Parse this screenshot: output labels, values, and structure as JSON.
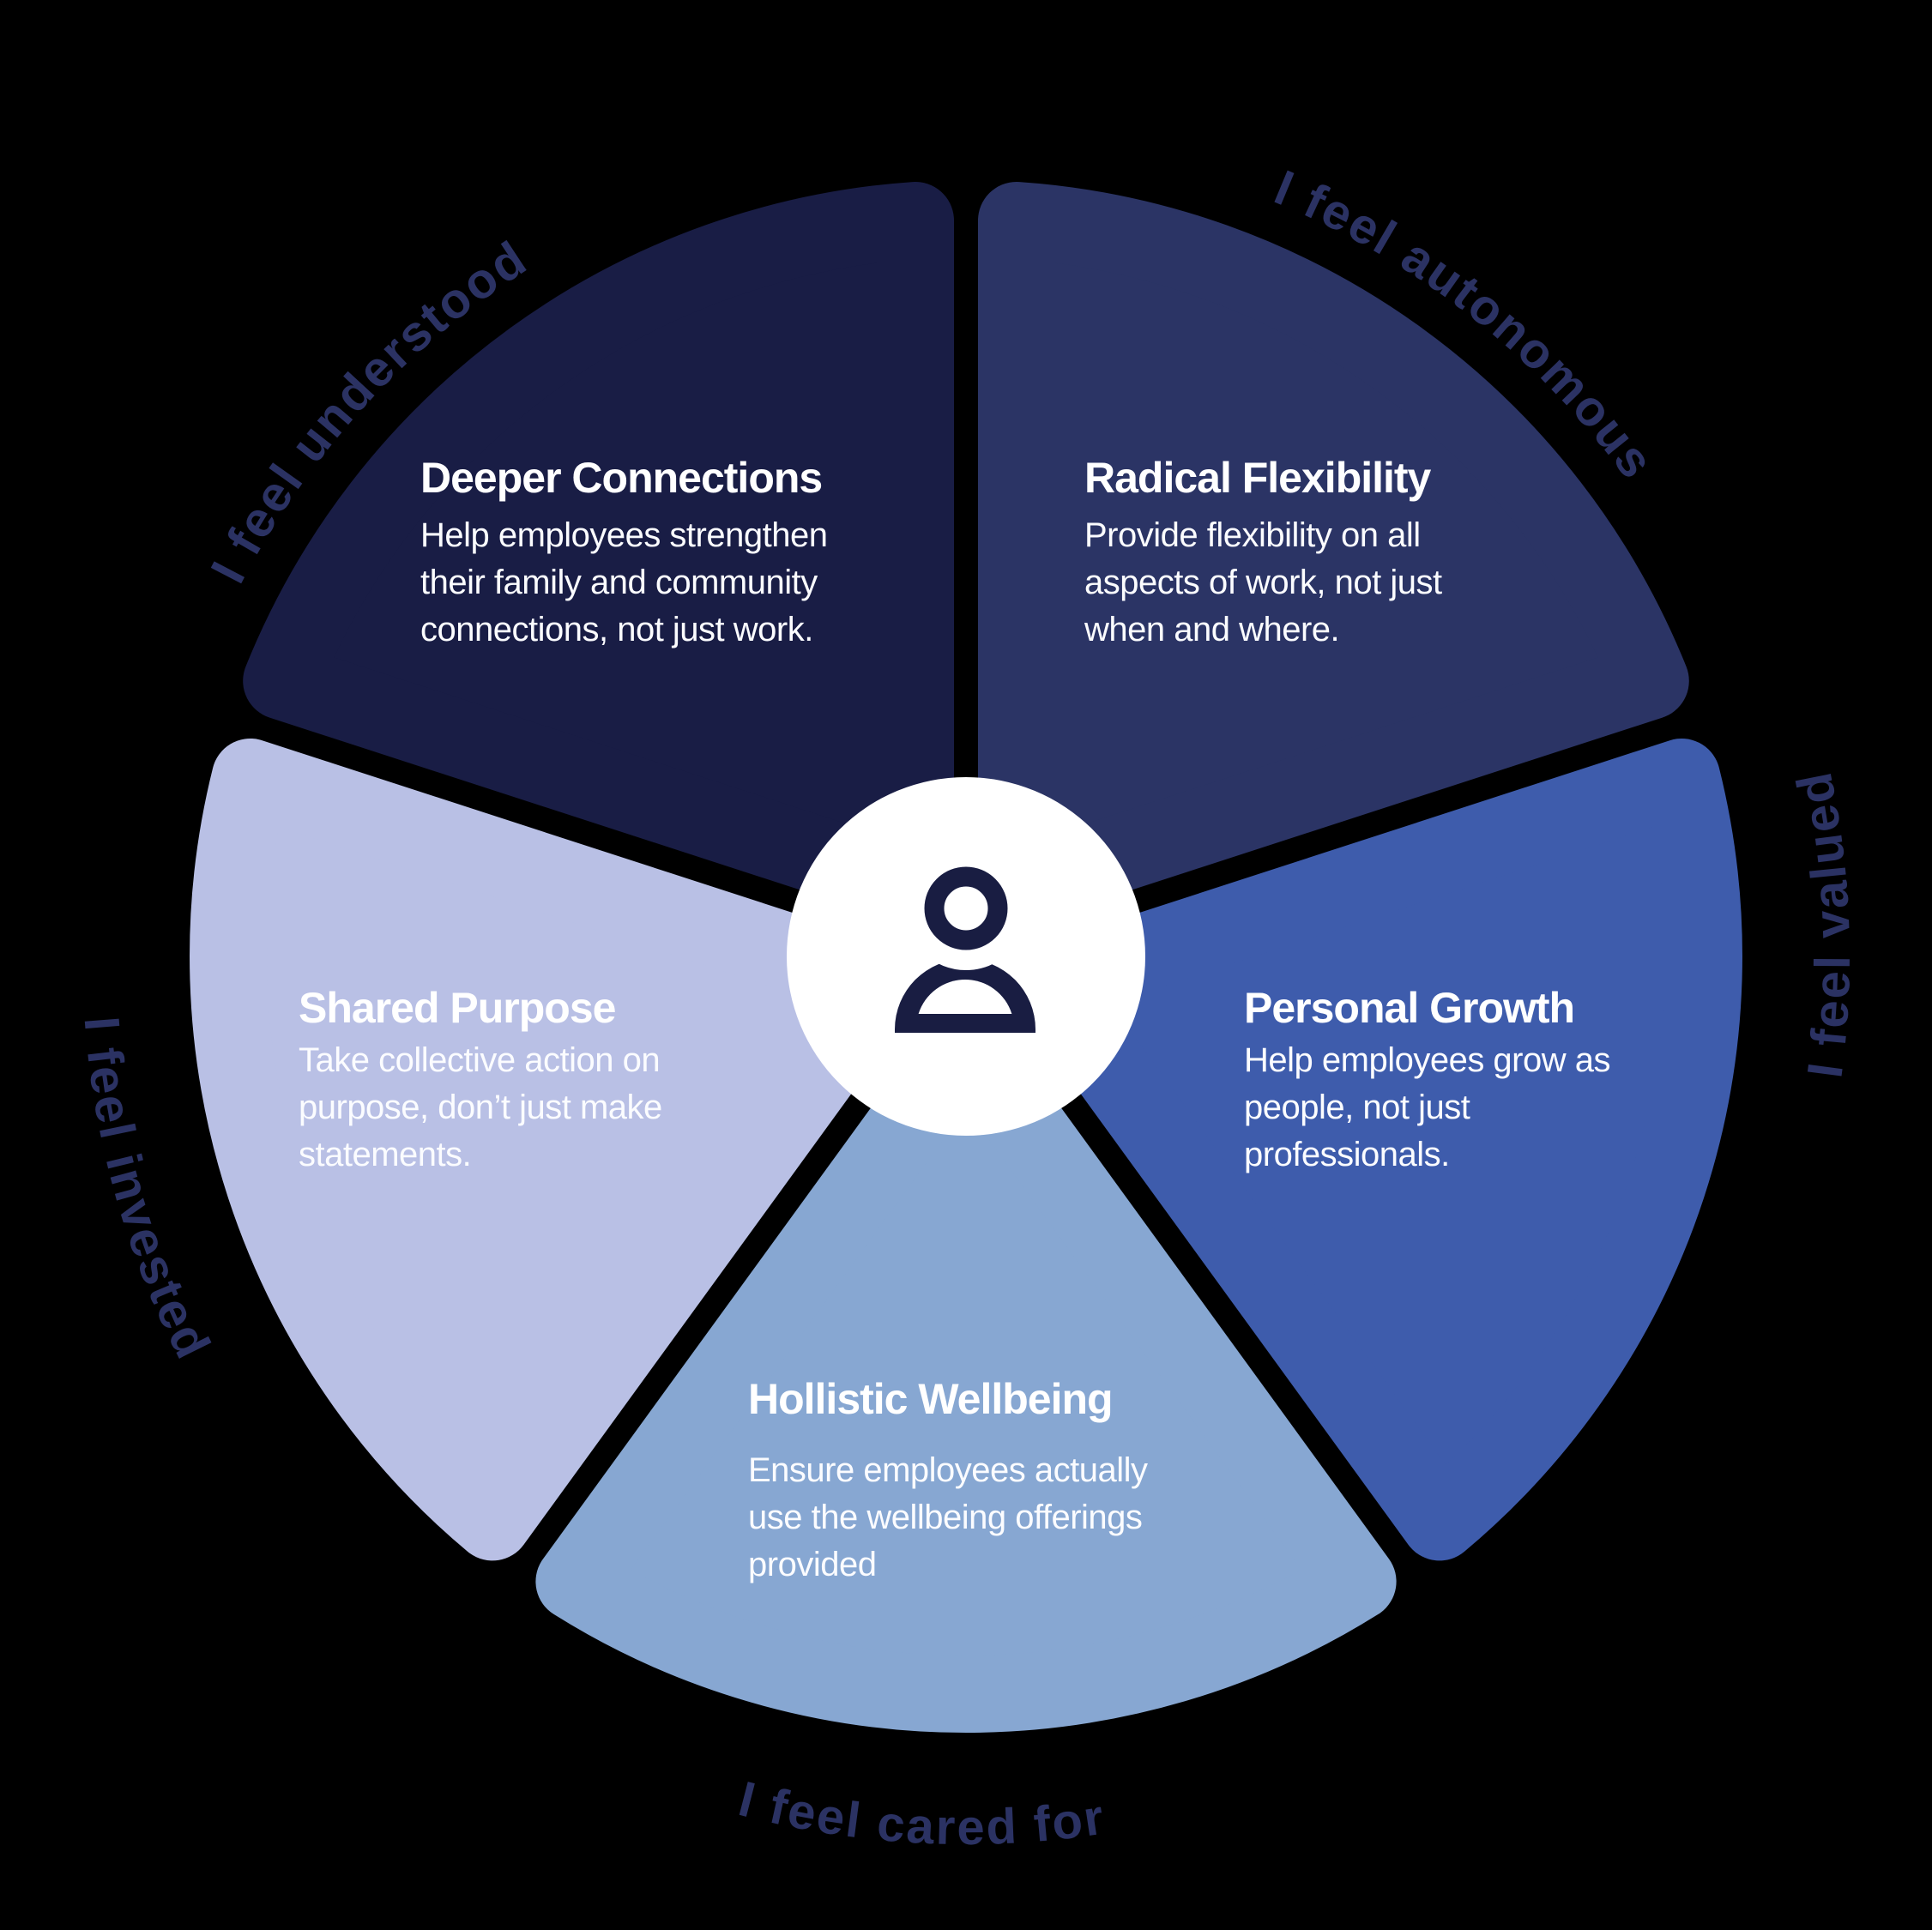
{
  "diagram": {
    "type": "segmented-wheel",
    "background_color": "#000000",
    "center": {
      "icon": "person-icon",
      "circle_color": "#ffffff",
      "icon_color": "#191d42"
    }
  },
  "colors": {
    "outer_label": "#2b3263",
    "segment_title": "#ffffff",
    "segment_description": "#fbfcff"
  },
  "segments": [
    {
      "id": "deeper-connections",
      "title": "Deeper Connections",
      "description_lines": [
        "Help employees strengthen",
        "their family and community",
        "connections, not just work."
      ],
      "outer_label": "I feel understood",
      "color": "#191d45"
    },
    {
      "id": "radical-flexibility",
      "title": "Radical Flexibility",
      "description_lines": [
        "Provide flexibility on all",
        "aspects of work, not just",
        "when and where."
      ],
      "outer_label": "I feel autonomous",
      "color": "#2b3465"
    },
    {
      "id": "personal-growth",
      "title": "Personal Growth",
      "description_lines": [
        "Help employees grow as",
        "people, not just",
        "professionals."
      ],
      "outer_label": "I feel valued",
      "color": "#3e5cac"
    },
    {
      "id": "hollistic-wellbeing",
      "title": "Hollistic Wellbeing",
      "description_lines": [
        "Ensure employees actually",
        "use the wellbeing offerings",
        "provided"
      ],
      "outer_label": "I feel cared for",
      "color": "#87a7d2"
    },
    {
      "id": "shared-purpose",
      "title": "Shared Purpose",
      "description_lines": [
        "Take collective action on",
        "purpose, don’t just make",
        "statements."
      ],
      "outer_label": "I feel invested",
      "color": "#b9c0e5"
    }
  ]
}
